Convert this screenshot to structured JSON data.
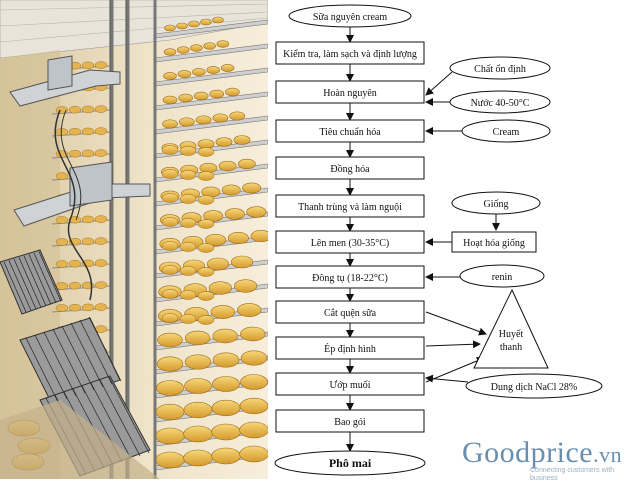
{
  "nodes": {
    "n1": "Sữa nguyên cream",
    "n2": "Kiểm tra, làm sạch và định lượng",
    "n3": "Hoàn nguyên",
    "n4": "Tiêu chuẩn hóa",
    "n5": "Đồng hóa",
    "n6": "Thanh trùng và làm nguội",
    "n7": "Lên men (30-35°C)",
    "n8": "Đông tụ (18-22°C)",
    "n9": "Cắt quện sữa",
    "n10": "Ép định hình",
    "n11": "Ướp muối",
    "n12": "Bao gói",
    "n13": "Phô mai"
  },
  "side_nodes": {
    "stabilizer": "Chất ổn định",
    "water": "Nước 40-50°C",
    "cream": "Cream",
    "culture": "Giống",
    "culture_activation": "Hoạt hóa giống",
    "rennet": "renin",
    "whey_line1": "Huyết",
    "whey_line2": "thanh",
    "brine": "Dung dịch NaCl 28%"
  },
  "watermark": {
    "brand": "Goodprice",
    "brand_suffix": ".vn",
    "tagline": "Connecting customers with business"
  },
  "colors": {
    "cheese": "#e8b84a",
    "rack": "#8a8a8a",
    "wall": "#efe3c8",
    "brand": "#6a8fae"
  }
}
